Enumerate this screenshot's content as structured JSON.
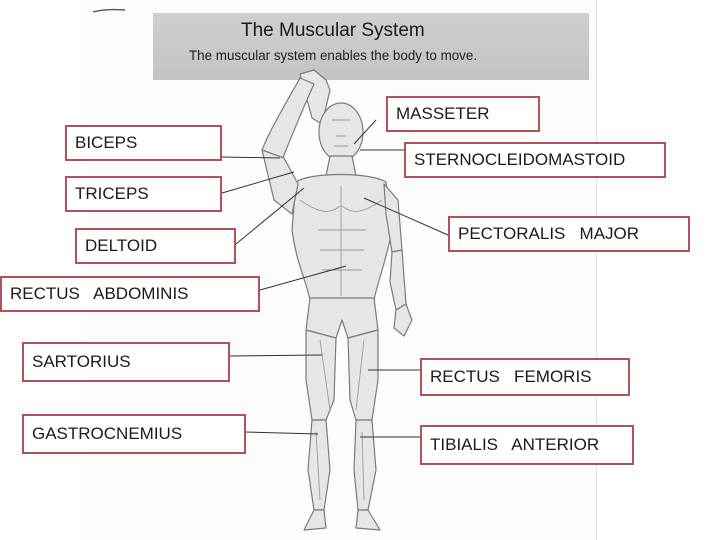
{
  "worksheet": {
    "title": "The Muscular System",
    "subtitle": "The muscular system enables the body to move."
  },
  "labels": {
    "biceps": "BICEPS",
    "triceps": "TRICEPS",
    "deltoid": "DELTOID",
    "rectus_abdominis": "RECTUS   ABDOMINIS",
    "sartorius": "SARTORIUS",
    "gastrocnemius": "GASTROCNEMIUS",
    "masseter": "MASSETER",
    "sternocleidomastoid": "STERNOCLEIDOMASTOID",
    "pectoralis_major": "PECTORALIS   MAJOR",
    "rectus_femoris": "RECTUS   FEMORIS",
    "tibialis_anterior": "TIBIALIS   ANTERIOR"
  },
  "colors": {
    "label_border": "#b0525a",
    "leader_line": "#333333",
    "header_band": "#c8c8c8"
  }
}
